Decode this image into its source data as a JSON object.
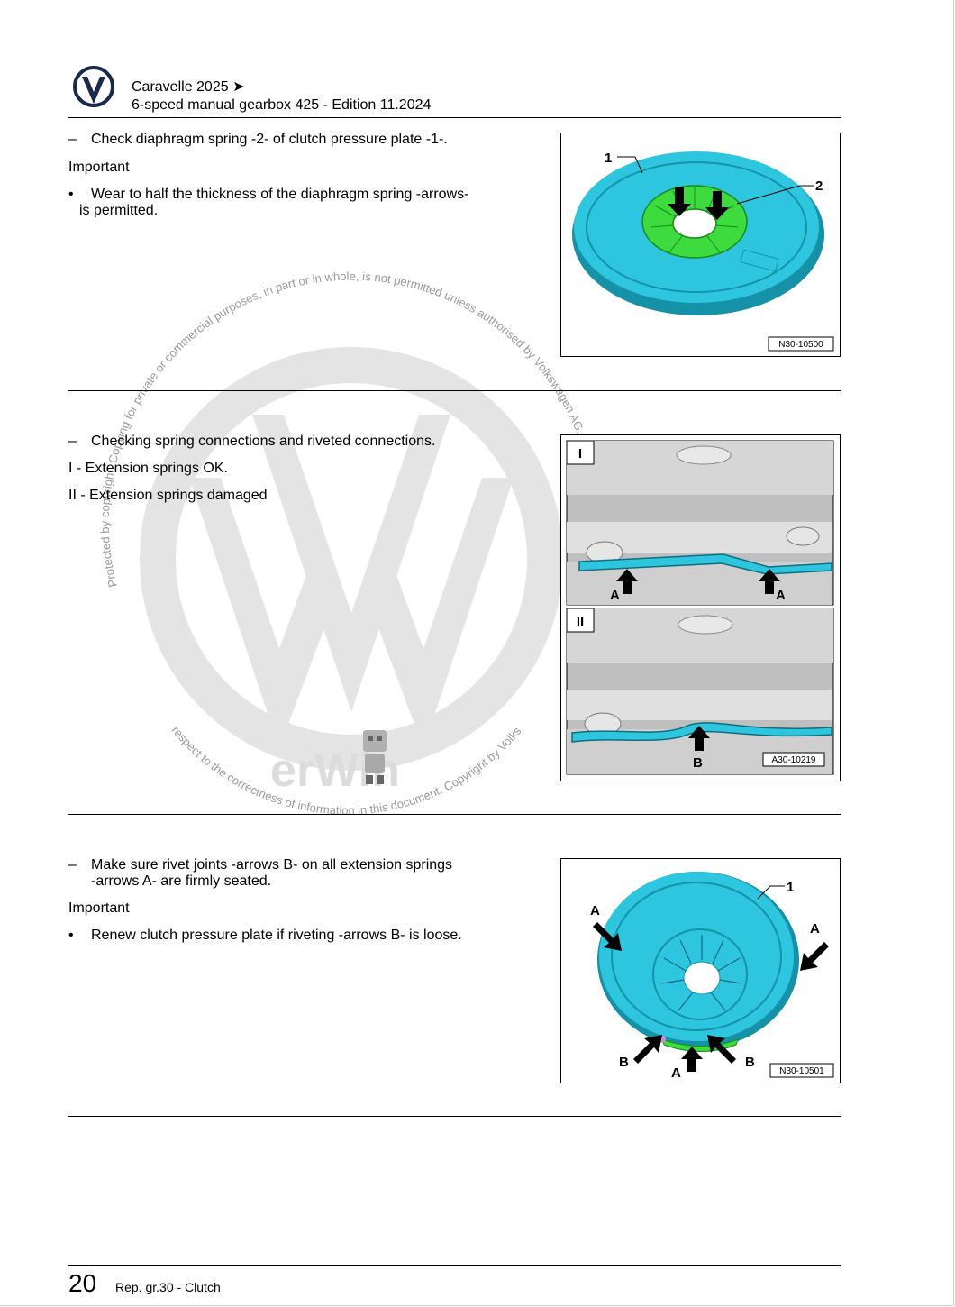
{
  "header": {
    "model": "Caravelle 2025 ➤",
    "edition": "6-speed manual gearbox 425 - Edition 11.2024",
    "logo_icon": "vw-logo-icon"
  },
  "sections": [
    {
      "step": "Check diaphragm spring -2- of clutch pressure plate -1-.",
      "note_heading": "Important",
      "bullet_1": "Wear to half the thickness of the diaphragm spring -arrows-",
      "bullet_2": "is permitted.",
      "figure": {
        "code": "N30-10500",
        "label_1": "1",
        "label_2": "2"
      }
    },
    {
      "step": "Checking spring connections and riveted connections.",
      "item_1": "I - Extension springs OK.",
      "item_2": "II - Extension springs damaged",
      "figure": {
        "code": "A30-10219",
        "panel_1": "I",
        "panel_2": "II",
        "label_a": "A",
        "label_b": "B"
      }
    },
    {
      "step_1": "Make sure rivet joints -arrows B- on all extension springs",
      "step_2": "-arrows A- are firmly seated.",
      "note_heading": "Important",
      "bullet": "Renew clutch pressure plate if riveting -arrows B- is loose.",
      "figure": {
        "code": "N30-10501",
        "label_1": "1",
        "label_a": "A",
        "label_b": "B"
      }
    }
  ],
  "watermark": {
    "top_text": "Protected by copyright. Copying for private or commercial purposes, in part or in whole, is not permitted unless authorised by Volkswagen AG. Volkswagen AG does not guarantee or accept any liability with",
    "bottom_text": "respect to the correctness of information in this document. Copyright by Volkswagen AG.",
    "brand": "erWin"
  },
  "footer": {
    "page_number": "20",
    "chapter": "Rep. gr.30 - Clutch"
  },
  "colors": {
    "part": "#2ec6de",
    "part_dark": "#1592a8",
    "spring": "#3ddb3d",
    "grey": "#d9d9d9"
  }
}
